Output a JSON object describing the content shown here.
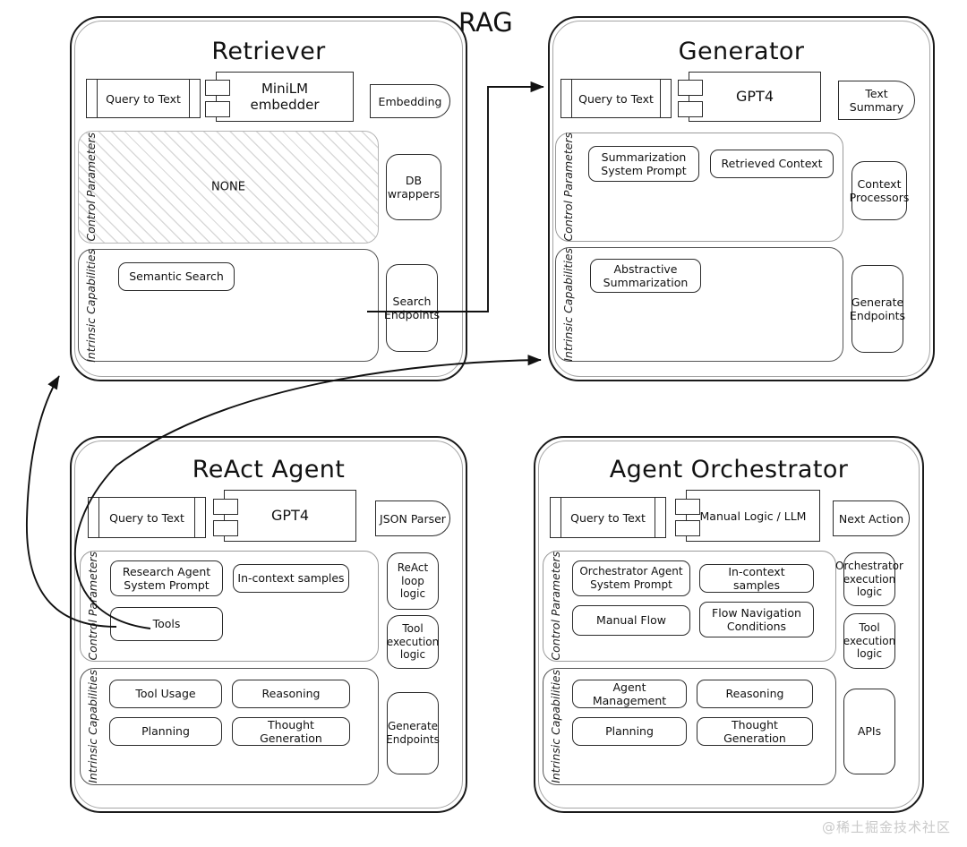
{
  "diagram": {
    "center_label": "RAG",
    "watermark": "@稀土掘金技术社区"
  },
  "panels": [
    {
      "id": "retriever",
      "title": "Retriever",
      "input_label": "Query to Text",
      "model_label": "MiniLM\nembedder",
      "output_label": "Embedding",
      "control_parameters": {
        "label": "Control Parameters",
        "empty_text": "NONE",
        "items": []
      },
      "intrinsic_capabilities": {
        "label": "Intrinsic Capabilities",
        "items": [
          "Semantic Search"
        ]
      },
      "side_items": [
        "DB\nwrappers",
        "Search\nEndpoints"
      ]
    },
    {
      "id": "generator",
      "title": "Generator",
      "input_label": "Query to Text",
      "model_label": "GPT4",
      "output_label": "Text\nSummary",
      "control_parameters": {
        "label": "Control Parameters",
        "empty_text": "",
        "items": [
          "Summarization\nSystem Prompt",
          "Retrieved Context"
        ]
      },
      "intrinsic_capabilities": {
        "label": "Intrinsic Capabilities",
        "items": [
          "Abstractive\nSummarization"
        ]
      },
      "side_items": [
        "Context\nProcessors",
        "Generate\nEndpoints"
      ]
    },
    {
      "id": "react-agent",
      "title": "ReAct Agent",
      "input_label": "Query to Text",
      "model_label": "GPT4",
      "output_label": "JSON Parser",
      "control_parameters": {
        "label": "Control Parameters",
        "empty_text": "",
        "items": [
          "Research Agent\nSystem Prompt",
          "In-context samples",
          "Tools"
        ]
      },
      "intrinsic_capabilities": {
        "label": "Intrinsic Capabilities",
        "items": [
          "Tool Usage",
          "Reasoning",
          "Planning",
          "Thought Generation"
        ]
      },
      "side_items": [
        "ReAct\nloop\nlogic",
        "Tool\nexecution\nlogic",
        "Generate\nEndpoints"
      ]
    },
    {
      "id": "agent-orchestrator",
      "title": "Agent Orchestrator",
      "input_label": "Query to Text",
      "model_label": "Manual Logic / LLM",
      "output_label": "Next Action",
      "control_parameters": {
        "label": "Control Parameters",
        "empty_text": "",
        "items": [
          "Orchestrator Agent\nSystem Prompt",
          "In-context samples",
          "Manual Flow",
          "Flow Navigation\nConditions"
        ]
      },
      "intrinsic_capabilities": {
        "label": "Intrinsic Capabilities",
        "items": [
          "Agent Management",
          "Reasoning",
          "Planning",
          "Thought Generation"
        ]
      },
      "side_items": [
        "Orchestrator\nexecution\nlogic",
        "Tool\nexecution\nlogic",
        "APIs"
      ]
    }
  ],
  "connections": [
    {
      "from": "retriever.search-endpoints",
      "to": "generator.query-to-text"
    },
    {
      "from": "react-agent.tools",
      "to": "retriever"
    },
    {
      "from": "react-agent",
      "to": "generator"
    }
  ],
  "colors": {
    "stroke": "#1a1a1a",
    "box_stroke": "#2b2b2b",
    "group_stroke": "#9a9a9a",
    "hatch": "#d9d9d9",
    "background": "#ffffff",
    "watermark": "#c9c9c9"
  }
}
